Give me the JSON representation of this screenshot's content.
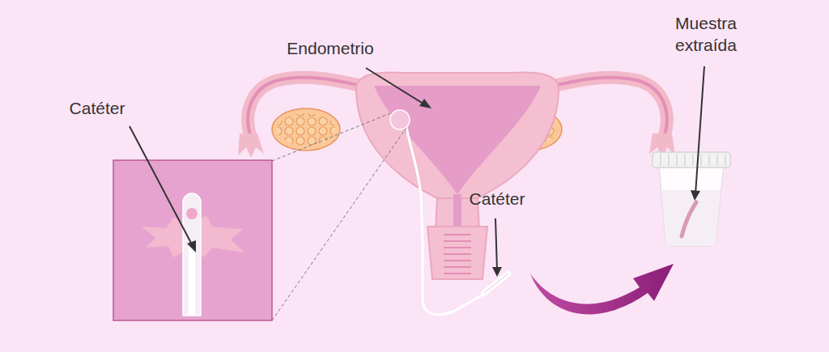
{
  "diagram": {
    "labels": [
      "Catéter",
      "Endometrio",
      "Catéter",
      "Muestra extraída"
    ]
  }
}
